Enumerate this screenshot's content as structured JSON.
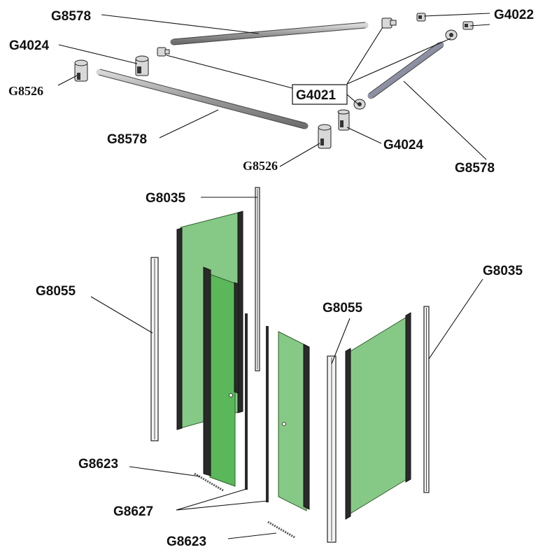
{
  "colors": {
    "glass": "#86c986",
    "glass_door": "#5ab85a",
    "rod": "#9a9a9a",
    "frame": "#2a2a2a"
  },
  "labels": {
    "g8578_top": "G8578",
    "g4022": "G4022",
    "g4024_left": "G4024",
    "g8526_left": "G8526",
    "g4021": "G4021",
    "g8578_left": "G8578",
    "g4024_right": "G4024",
    "g8526_mid": "G8526",
    "g8578_right": "G8578",
    "g8035_top": "G8035",
    "g8055_left": "G8055",
    "g8055_mid": "G8055",
    "g8035_right": "G8035",
    "g8623_left": "G8623",
    "g8627": "G8627",
    "g8623_bottom": "G8623"
  }
}
